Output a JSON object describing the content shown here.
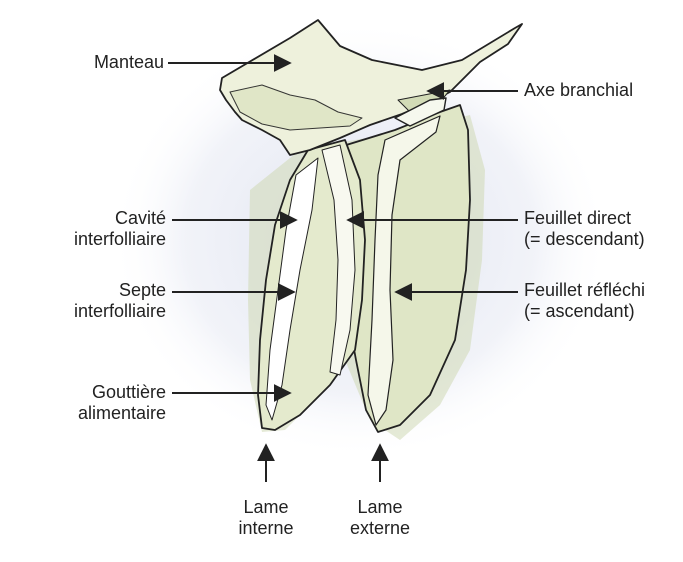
{
  "colors": {
    "tissue_light": "#eef1dc",
    "tissue_mid": "#dde5c4",
    "tissue_shadow": "#c9d4ac",
    "halo": "#e3e7f3",
    "outline": "#222222",
    "arrow": "#222222",
    "text": "#222222"
  },
  "labels": {
    "manteau": "Manteau",
    "axe_branchial": "Axe branchial",
    "cavite_1": "Cavité",
    "cavite_2": "interfolliaire",
    "feuillet_direct_1": "Feuillet direct",
    "feuillet_direct_2": "(= descendant)",
    "septe_1": "Septe",
    "septe_2": "interfolliaire",
    "feuillet_reflechi_1": "Feuillet réfléchi",
    "feuillet_reflechi_2": "(= ascendant)",
    "gouttiere_1": "Gouttière",
    "gouttiere_2": "alimentaire",
    "lame_interne_1": "Lame",
    "lame_interne_2": "interne",
    "lame_externe_1": "Lame",
    "lame_externe_2": "externe"
  }
}
